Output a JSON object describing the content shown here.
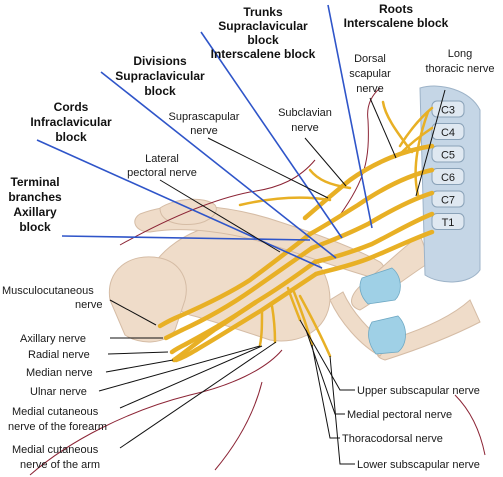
{
  "colors": {
    "nerve": "#e8b025",
    "nerve_dark": "#b98310",
    "bone": "#efdcc9",
    "bone_shade": "#d5bca5",
    "spine": "#c5d6e6",
    "cartilage": "#9fd0e6",
    "block_line": "#2f55c9",
    "vessel": "#8c2536",
    "leader": "#111111"
  },
  "block_labels": {
    "roots": {
      "line1": "Roots",
      "line2": "Interscalene block"
    },
    "trunks": {
      "line1": "Trunks",
      "line2": "Supraclavicular",
      "line3": "block",
      "line4": "Interscalene block"
    },
    "divisions": {
      "line1": "Divisions",
      "line2": "Supraclavicular",
      "line3": "block"
    },
    "cords": {
      "line1": "Cords",
      "line2": "Infraclavicular",
      "line3": "block"
    },
    "terminal": {
      "line1": "Terminal",
      "line2": "branches",
      "line3": "Axillary",
      "line4": "block"
    }
  },
  "vertebrae": [
    "C3",
    "C4",
    "C5",
    "C6",
    "C7",
    "T1"
  ],
  "nerve_labels": {
    "dorsal_scapular": {
      "line1": "Dorsal",
      "line2": "scapular",
      "line3": "nerve"
    },
    "long_thoracic": {
      "line1": "Long",
      "line2": "thoracic nerve"
    },
    "suprascapular": {
      "line1": "Suprascapular",
      "line2": "nerve"
    },
    "subclavian": {
      "line1": "Subclavian",
      "line2": "nerve"
    },
    "lateral_pectoral": {
      "line1": "Lateral",
      "line2": "pectoral nerve"
    },
    "musculocutaneous": {
      "line1": "Musculocutaneous",
      "line2": "nerve"
    },
    "axillary": "Axillary nerve",
    "radial": "Radial nerve",
    "median": "Median nerve",
    "ulnar": "Ulnar nerve",
    "med_cut_forearm": {
      "line1": "Medial cutaneous",
      "line2": "nerve of the forearm"
    },
    "med_cut_arm": {
      "line1": "Medial cutaneous",
      "line2": "nerve of the arm"
    },
    "upper_subscapular": "Upper subscapular nerve",
    "medial_pectoral": "Medial pectoral nerve",
    "thoracodorsal": "Thoracodorsal nerve",
    "lower_subscapular": "Lower subscapular nerve"
  }
}
